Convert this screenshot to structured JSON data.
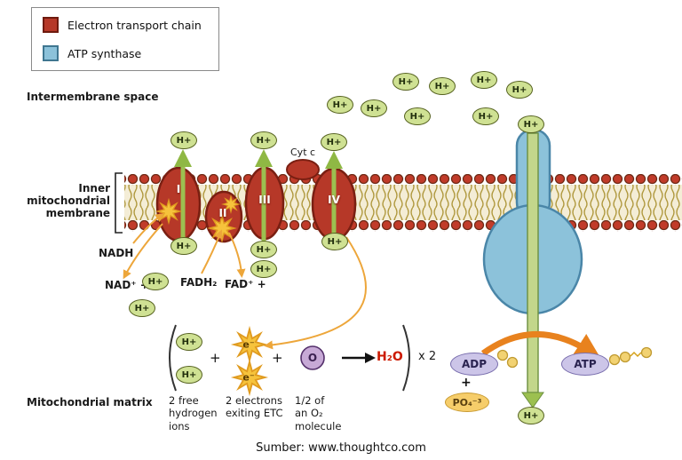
{
  "legend": {
    "items": [
      {
        "label": "Electron transport chain",
        "color": "#b63828"
      },
      {
        "label": "ATP synthase",
        "color": "#8cc2da"
      }
    ]
  },
  "regions": {
    "intermembrane_space": "Intermembrane space",
    "inner_membrane": "Inner\nmitochondrial\nmembrane",
    "mitochondrial_matrix": "Mitochondrial matrix"
  },
  "complexes": {
    "c1": "I",
    "c2": "II",
    "c3": "III",
    "c4": "IV",
    "cytc": "Cyt c"
  },
  "molecules": {
    "hplus": "H+",
    "nadh": "NADH",
    "nad_plus": "NAD⁺ +",
    "fadh2": "FADH₂",
    "fad_plus": "FAD⁺ +",
    "adp": "ADP",
    "atp": "ATP",
    "po4": "PO₄⁻³",
    "oxygen": "O",
    "h2o": "H₂O",
    "electron": "e⁻",
    "plus": "+"
  },
  "reaction": {
    "times_two": "x 2",
    "caption_hydrogen": "2 free\nhydrogen\nions",
    "caption_electrons": "2 electrons\nexiting ETC",
    "caption_oxygen": "1/2 of\nan O₂\nmolecule"
  },
  "colors": {
    "membrane_red": "#b63828",
    "synthase_blue": "#8cc2da",
    "hplus_green": "#cfe193",
    "electron_yellow": "#f6c33c",
    "phosphorylation_orange": "#e8821e",
    "h2o_red": "#cc1a00"
  },
  "footer": {
    "source": "Sumber: www.thoughtco.com"
  }
}
